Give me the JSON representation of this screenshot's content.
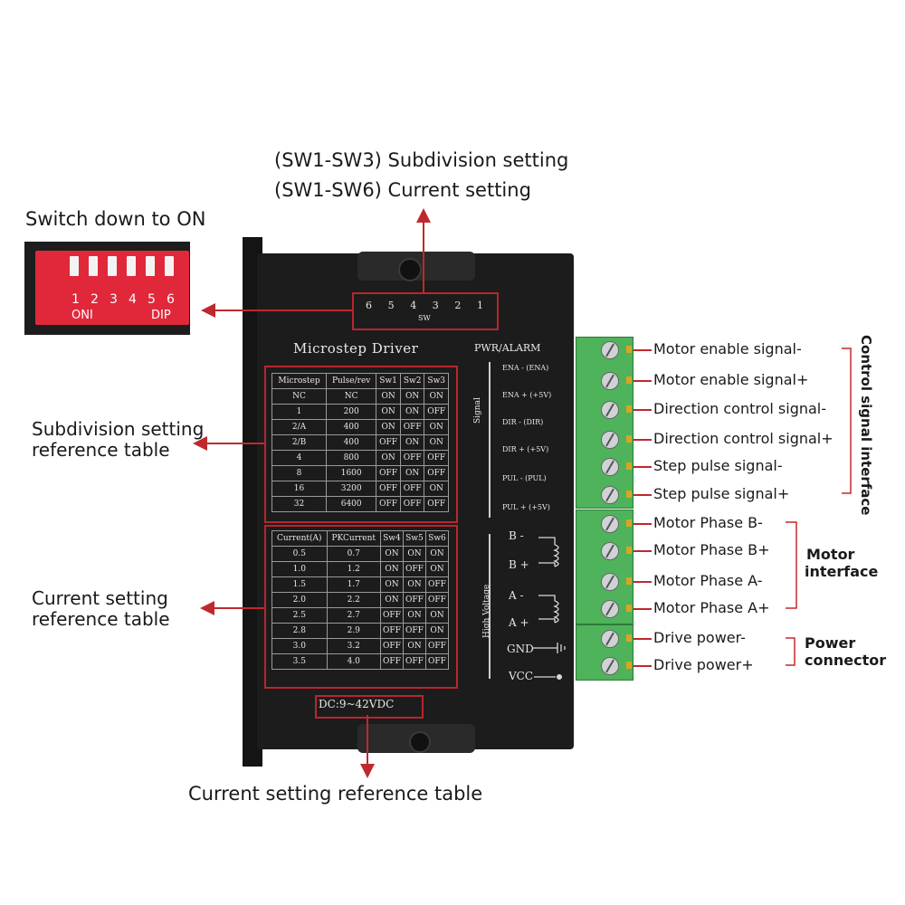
{
  "callouts": {
    "subdivision_setting": "(SW1-SW3) Subdivision setting",
    "current_setting_sw": "(SW1-SW6) Current setting",
    "switch_down": "Switch down to ON",
    "subdivision_table_1": "Subdivision setting",
    "subdivision_table_2": "reference table",
    "current_table_1": "Current setting",
    "current_table_2": "reference table",
    "bottom": "Current setting reference table"
  },
  "dip": {
    "numbers": [
      "1",
      "2",
      "3",
      "4",
      "5",
      "6"
    ],
    "on_label": "ONI",
    "dip_label": "DIP"
  },
  "driver": {
    "title": "Microstep Driver",
    "sw_numbers": [
      "6",
      "5",
      "4",
      "3",
      "2",
      "1"
    ],
    "sw_label": "SW",
    "pwr_alarm": "PWR/ALARM",
    "voltage": "DC:9~42VDC",
    "signal_label": "Signal",
    "high_voltage_label": "High Voltage",
    "signal_terms": [
      "ENA - (ENA)",
      "ENA + (+5V)",
      "DIR - (DIR)",
      "DIR + (+5V)",
      "PUL - (PUL)",
      "PUL + (+5V)"
    ],
    "motor_terms": [
      "B -",
      "B +",
      "A -",
      "A +"
    ],
    "power_terms": [
      "GND",
      "VCC"
    ]
  },
  "micro_table": {
    "headers": [
      "Microstep",
      "Pulse/rev",
      "Sw1",
      "Sw2",
      "Sw3"
    ],
    "rows": [
      [
        "NC",
        "NC",
        "ON",
        "ON",
        "ON"
      ],
      [
        "1",
        "200",
        "ON",
        "ON",
        "OFF"
      ],
      [
        "2/A",
        "400",
        "ON",
        "OFF",
        "ON"
      ],
      [
        "2/B",
        "400",
        "OFF",
        "ON",
        "ON"
      ],
      [
        "4",
        "800",
        "ON",
        "OFF",
        "OFF"
      ],
      [
        "8",
        "1600",
        "OFF",
        "ON",
        "OFF"
      ],
      [
        "16",
        "3200",
        "OFF",
        "OFF",
        "ON"
      ],
      [
        "32",
        "6400",
        "OFF",
        "OFF",
        "OFF"
      ]
    ]
  },
  "current_table": {
    "headers": [
      "Current(A)",
      "PKCurrent",
      "Sw4",
      "Sw5",
      "Sw6"
    ],
    "rows": [
      [
        "0.5",
        "0.7",
        "ON",
        "ON",
        "ON"
      ],
      [
        "1.0",
        "1.2",
        "ON",
        "OFF",
        "ON"
      ],
      [
        "1.5",
        "1.7",
        "ON",
        "ON",
        "OFF"
      ],
      [
        "2.0",
        "2.2",
        "ON",
        "OFF",
        "OFF"
      ],
      [
        "2.5",
        "2.7",
        "OFF",
        "ON",
        "ON"
      ],
      [
        "2.8",
        "2.9",
        "OFF",
        "OFF",
        "ON"
      ],
      [
        "3.0",
        "3.2",
        "OFF",
        "ON",
        "OFF"
      ],
      [
        "3.5",
        "4.0",
        "OFF",
        "OFF",
        "OFF"
      ]
    ]
  },
  "terminal_labels": [
    "Motor enable signal-",
    "Motor enable signal+",
    "Direction control signal-",
    "Direction control signal+",
    "Step pulse signal-",
    "Step pulse signal+",
    "Motor Phase B-",
    "Motor Phase B+",
    "Motor Phase A-",
    "Motor Phase A+",
    "Drive power-",
    "Drive power+"
  ],
  "groups": {
    "control": "Control signal interface",
    "motor_1": "Motor",
    "motor_2": "interface",
    "power_1": "Power",
    "power_2": "connector"
  },
  "colors": {
    "accent_red": "#b8262e",
    "terminal_green": "#4eb35a",
    "dip_red": "#e0283a"
  }
}
